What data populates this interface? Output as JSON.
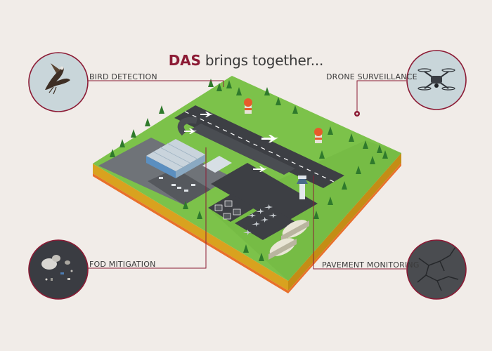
{
  "header": {
    "brand": "DAS",
    "rest": " brings together..."
  },
  "callouts": {
    "bird_detection": "BIRD DETECTION",
    "drone_surveillance": "DRONE SURVEILLANCE",
    "fod_mitigation": "FOD MITIGATION",
    "pavement_monitoring": "PAVEMENT MONITORING"
  },
  "colors": {
    "accent": "#8c1b35",
    "background": "#f1ece8",
    "grass": "#7cc24a",
    "runway": "#3d3f44",
    "circle_fill": "#c9d6da"
  }
}
